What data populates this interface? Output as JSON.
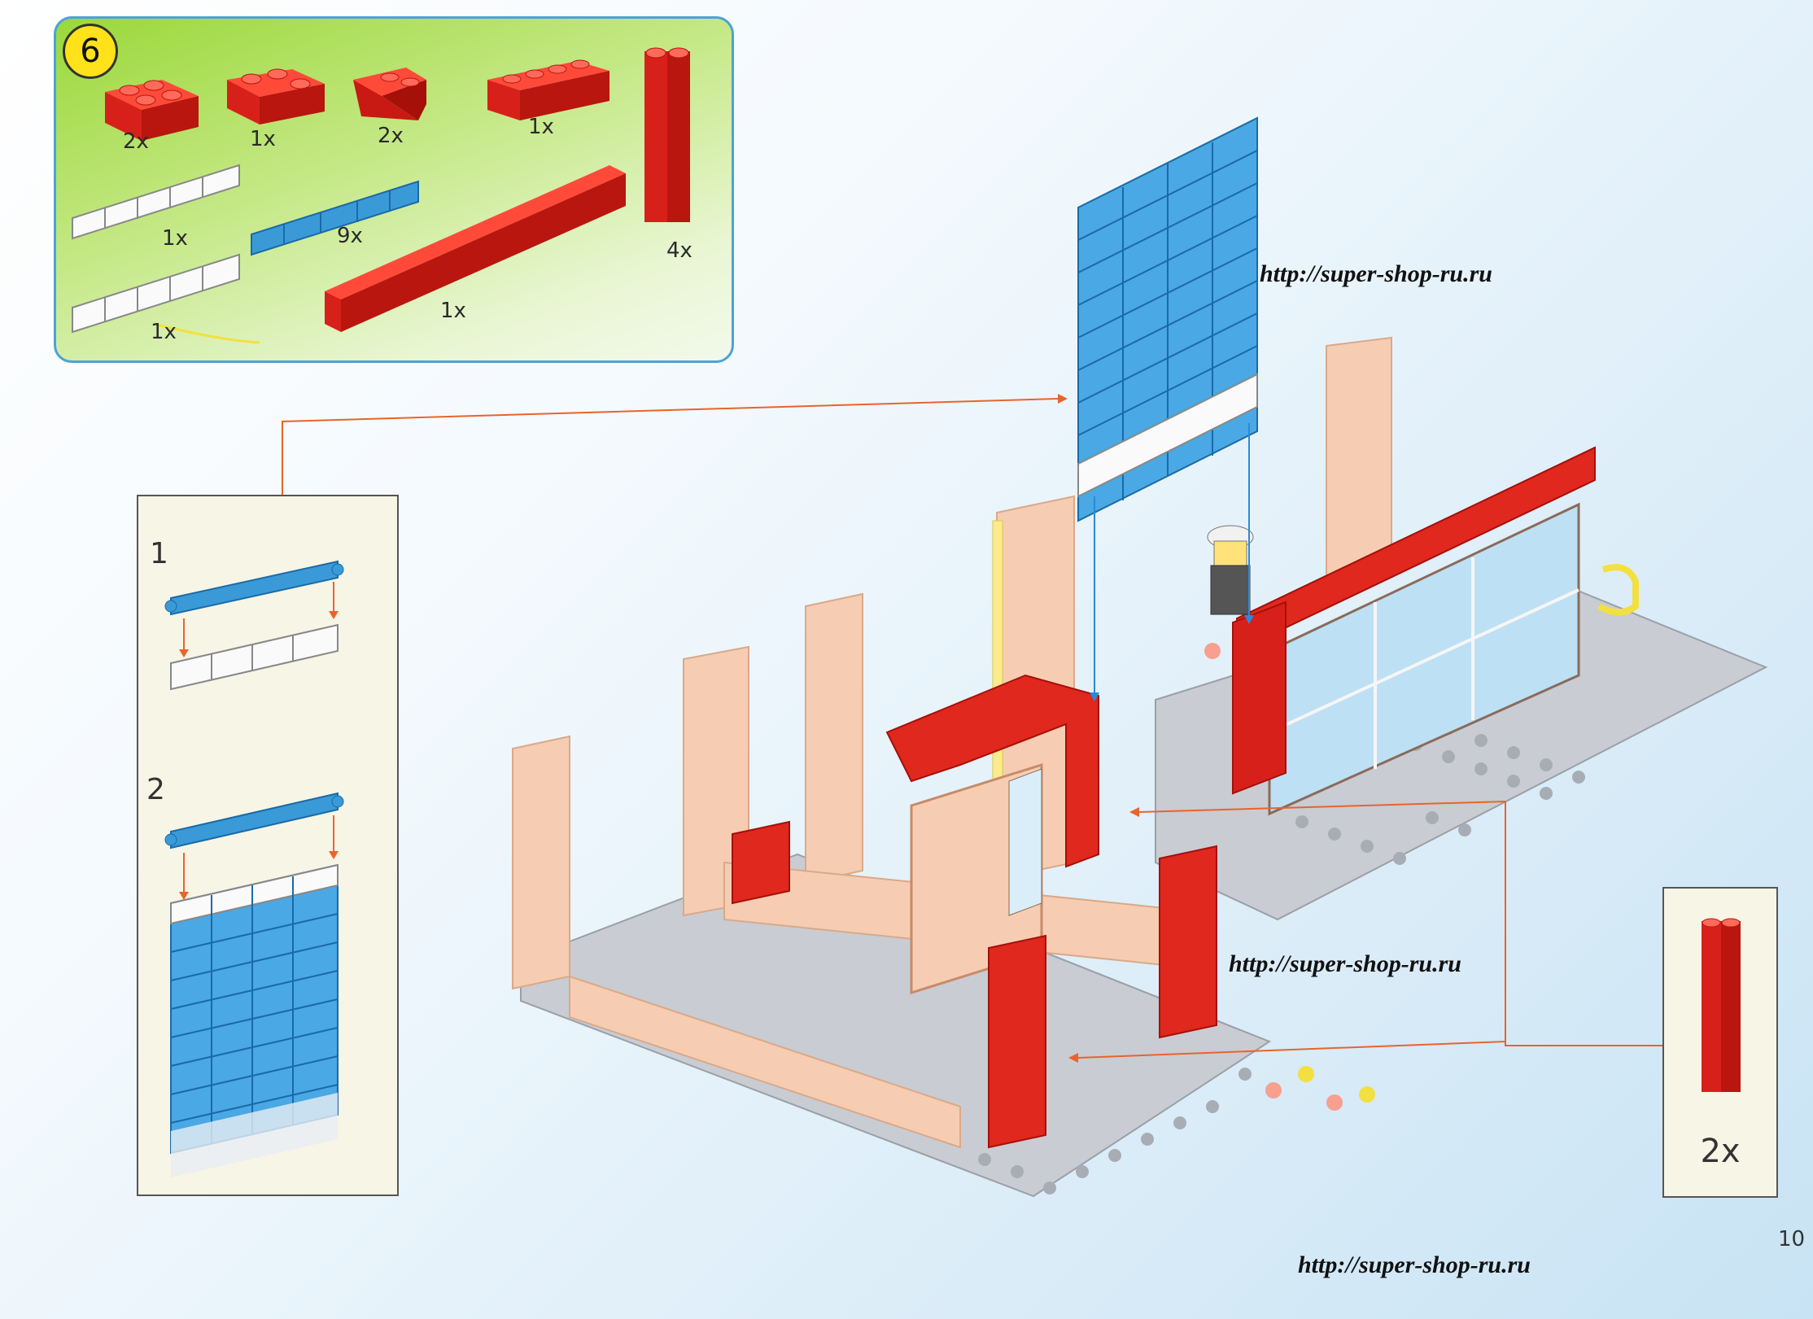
{
  "step": {
    "number": "6",
    "parts": [
      {
        "name": "brick-2x2-red",
        "qty": "2x"
      },
      {
        "name": "brick-corner-red",
        "qty": "1x"
      },
      {
        "name": "slope-red",
        "qty": "2x"
      },
      {
        "name": "brick-1x4-red",
        "qty": "1x"
      },
      {
        "name": "column-tall-red",
        "qty": "4x"
      },
      {
        "name": "window-frame-white",
        "qty": "1x"
      },
      {
        "name": "shutter-blue",
        "qty": "9x"
      },
      {
        "name": "window-frame-white-2",
        "qty": "1x"
      },
      {
        "name": "brick-1x12-red",
        "qty": "1x"
      }
    ]
  },
  "subassembly": {
    "steps": [
      "1",
      "2"
    ]
  },
  "callout": {
    "qty": "2x"
  },
  "watermarks": [
    "http://super-shop-ru.ru",
    "http://super-shop-ru.ru",
    "http://super-shop-ru.ru"
  ],
  "page_number": "10",
  "colors": {
    "brick_red": "#e0281e",
    "wall_peach": "#f6cdb2",
    "shutter_blue": "#3a9ad8",
    "baseplate_gray": "#c9ccd2",
    "parts_panel_green": "#8fd23a",
    "arrow_orange": "#e8642c"
  }
}
